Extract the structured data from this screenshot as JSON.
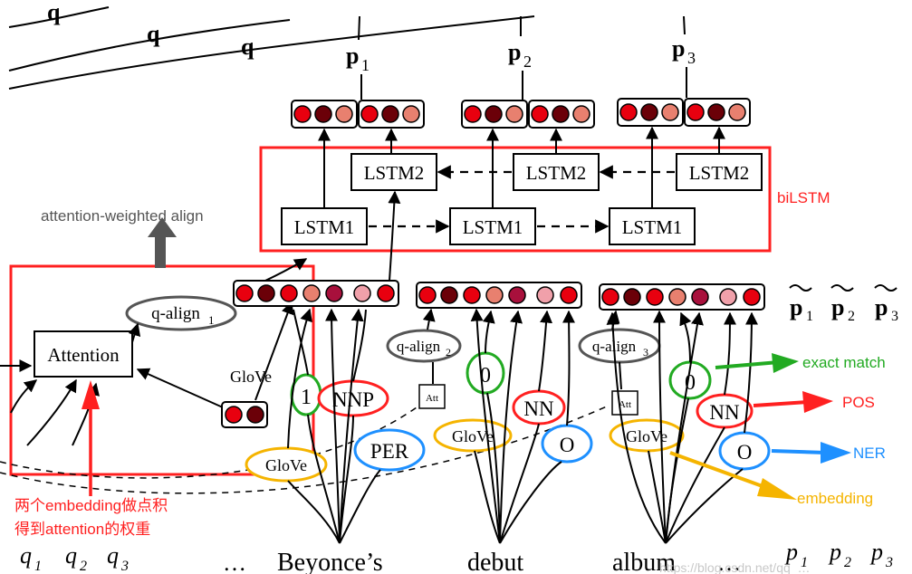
{
  "query": {
    "q_top": "q",
    "q_mid": "q",
    "q_right": "q"
  },
  "outputs": {
    "p1": "p",
    "p1_sub": "1",
    "p2": "p",
    "p2_sub": "2",
    "p3": "p",
    "p3_sub": "3"
  },
  "lstm": {
    "lstm2": "LSTM2",
    "lstm1": "LSTM1"
  },
  "bilstm_label": "biLSTM",
  "attention_weighted_align": "attention-weighted align",
  "q_align_1": "q-align",
  "q_align_1_sub": "1",
  "q_align_2": "q-align",
  "q_align_2_sub": "2",
  "q_align_3": "q-align",
  "q_align_3_sub": "3",
  "attention": "Attention",
  "glove": "GloVe",
  "att_small": "Att",
  "features": {
    "one": "1",
    "zero": "0",
    "nnp": "NNP",
    "nn": "NN",
    "per": "PER",
    "o": "O"
  },
  "ptilde": {
    "p": "p",
    "s1": "1",
    "s2": "2",
    "s3": "3"
  },
  "legend": {
    "exact_match": "exact match",
    "pos": "POS",
    "ner": "NER",
    "embedding": "embedding"
  },
  "annotation_cn_line1": "两个embedding做点积",
  "annotation_cn_line2": "得到attention的权重",
  "bottom": {
    "q": "q",
    "q1": "1",
    "q2": "2",
    "q3": "3",
    "ellipsis": "…",
    "w1": "Beyonce’s",
    "w2": "debut",
    "w3": "album",
    "p": "p",
    "p1": "1",
    "p2": "2",
    "p3": "3"
  },
  "watermark": "https://blog.csdn.net/qq_…",
  "colors": {
    "red_box": "#ff2020",
    "green": "#22aa22",
    "blue": "#1e90ff",
    "orange": "#f5b400",
    "dark_gray": "#555555",
    "dot_red": "#e8000f",
    "dot_dark": "#6b0008",
    "dot_salmon": "#e8806f",
    "dot_wine": "#a8103c",
    "dot_pink": "#f0a0aa"
  }
}
